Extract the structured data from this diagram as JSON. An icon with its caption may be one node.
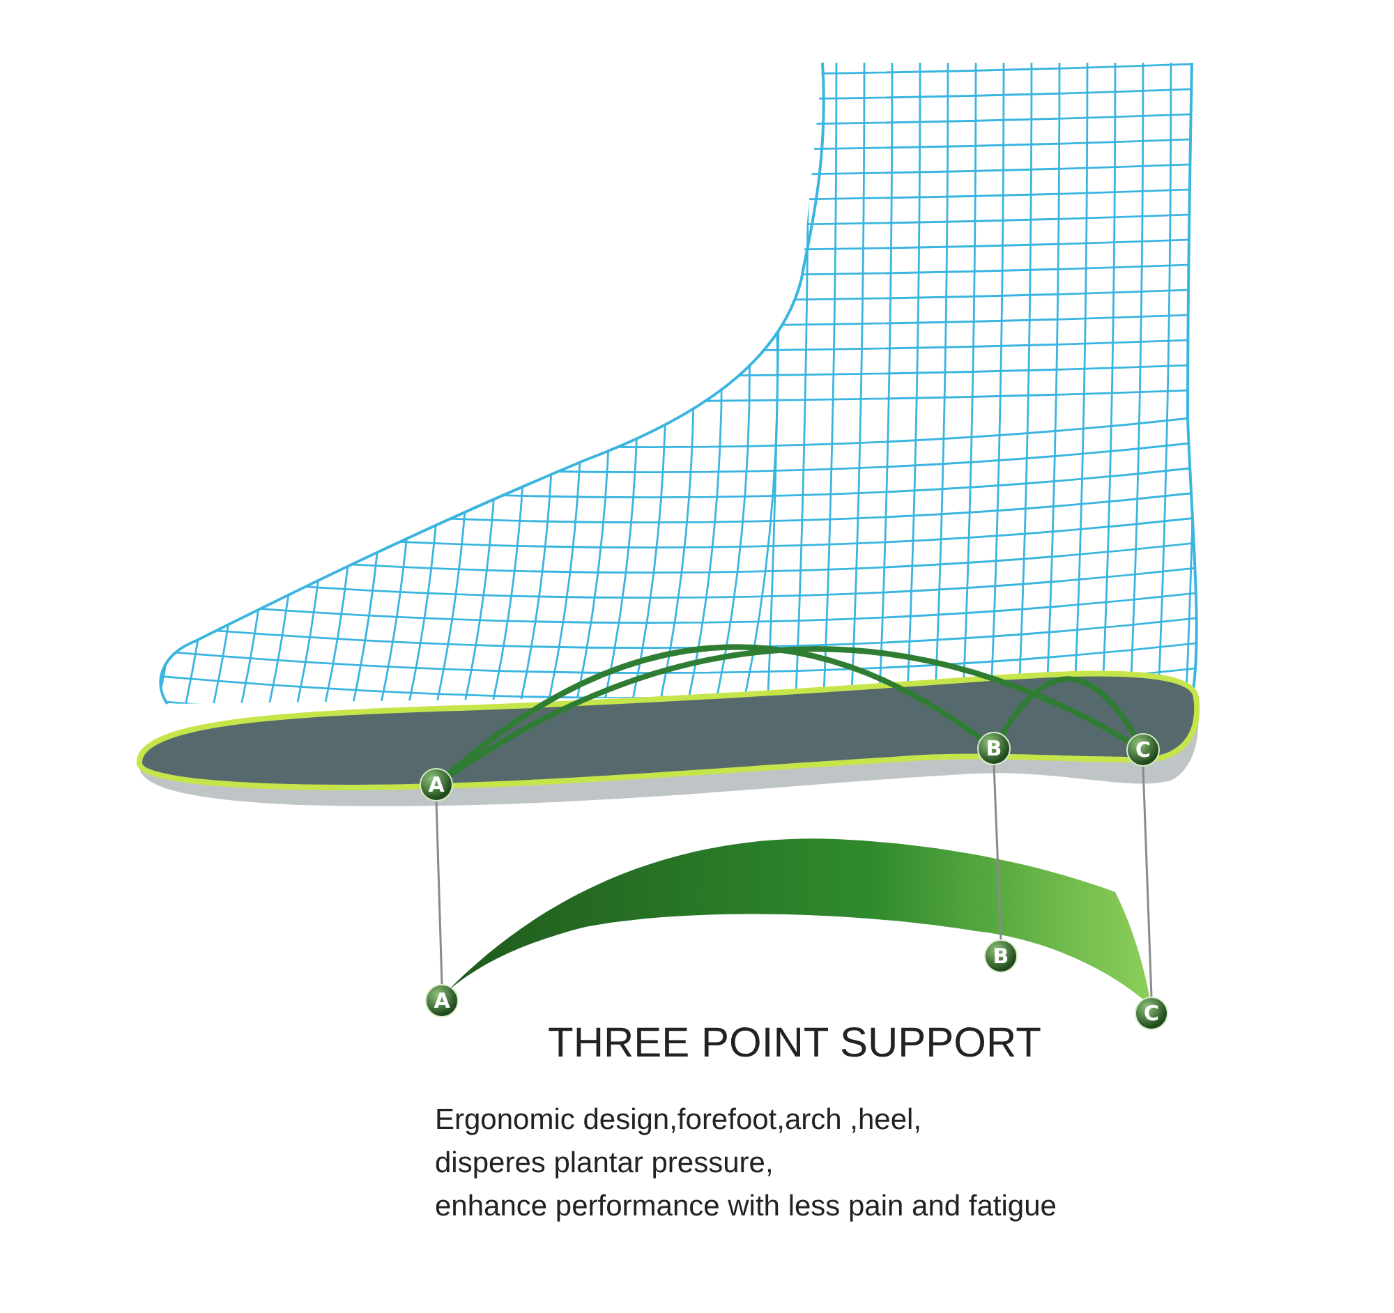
{
  "diagram": {
    "title": "THREE POINT SUPPORT",
    "nodes": [
      {
        "text": [
          "A"
        ]
      },
      {
        "text": [
          "B"
        ]
      },
      {
        "text": [
          "C"
        ]
      },
      {
        "text": [
          "A"
        ]
      },
      {
        "text": [
          "B"
        ]
      },
      {
        "text": [
          "C"
        ]
      }
    ],
    "edges": [
      {
        "from": 0,
        "to": 1,
        "arrow": "none",
        "style": "thick",
        "color": "#2e7d32"
      },
      {
        "from": 0,
        "to": 2,
        "arrow": "none",
        "style": "thick",
        "color": "#2e7d32"
      },
      {
        "from": 1,
        "to": 2,
        "arrow": "none",
        "style": "thick",
        "color": "#2e7d32"
      },
      {
        "from": 0,
        "to": 3,
        "arrow": "none",
        "color": "#8a8a8a"
      },
      {
        "from": 1,
        "to": 4,
        "arrow": "none",
        "color": "#8a8a8a"
      },
      {
        "from": 2,
        "to": 5,
        "arrow": "none",
        "color": "#8a8a8a"
      }
    ],
    "labels": [
      "Ergonomic design,forefoot,arch ,heel,",
      "disperes plantar pressure,",
      "enhance performance with less pain and fatigue"
    ]
  }
}
